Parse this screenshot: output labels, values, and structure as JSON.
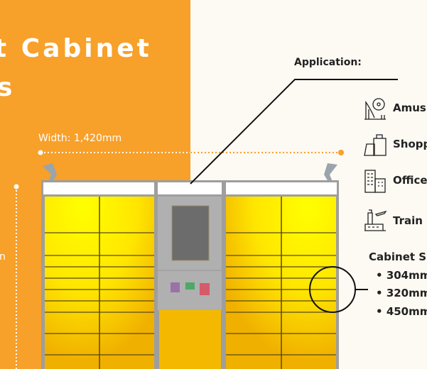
{
  "title": {
    "line1": "t Cabinet",
    "line2": "s"
  },
  "dimensions": {
    "width_label": "Width: 1,420mm",
    "height_label_fragment": "n"
  },
  "application": {
    "label": "Application:",
    "items": [
      {
        "icon": "amusement-park-icon",
        "label": "Amus"
      },
      {
        "icon": "shopping-bags-icon",
        "label": "Shopp"
      },
      {
        "icon": "office-building-icon",
        "label": "Office"
      },
      {
        "icon": "train-station-icon",
        "label": "Train s"
      }
    ]
  },
  "cabinet_size": {
    "label": "Cabinet Siz",
    "sizes": [
      "304mm",
      "320mm",
      "450mm"
    ]
  },
  "colors": {
    "orange": "#f7a02a",
    "cream": "#fdf9f3",
    "locker_yellow": "#f2b705",
    "kiosk_gray": "#a9a9a9"
  }
}
